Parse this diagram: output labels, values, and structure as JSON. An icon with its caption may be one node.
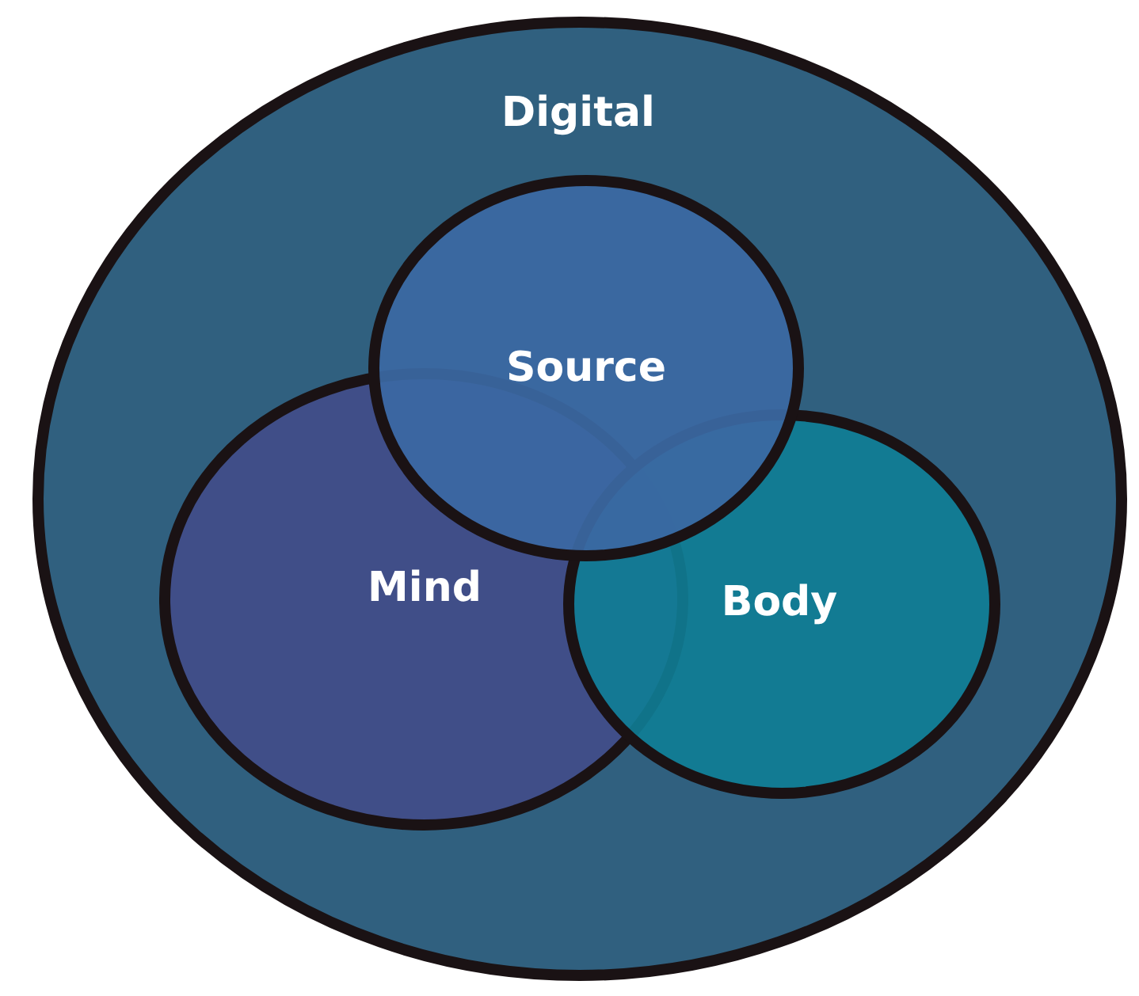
{
  "diagram": {
    "nodes": [
      {
        "text": [
          "Digital"
        ]
      },
      {
        "text": [
          "Source"
        ],
        "in": 0
      },
      {
        "text": [
          "Mind"
        ],
        "in": 0
      },
      {
        "text": [
          "Body"
        ],
        "in": 0
      }
    ]
  }
}
